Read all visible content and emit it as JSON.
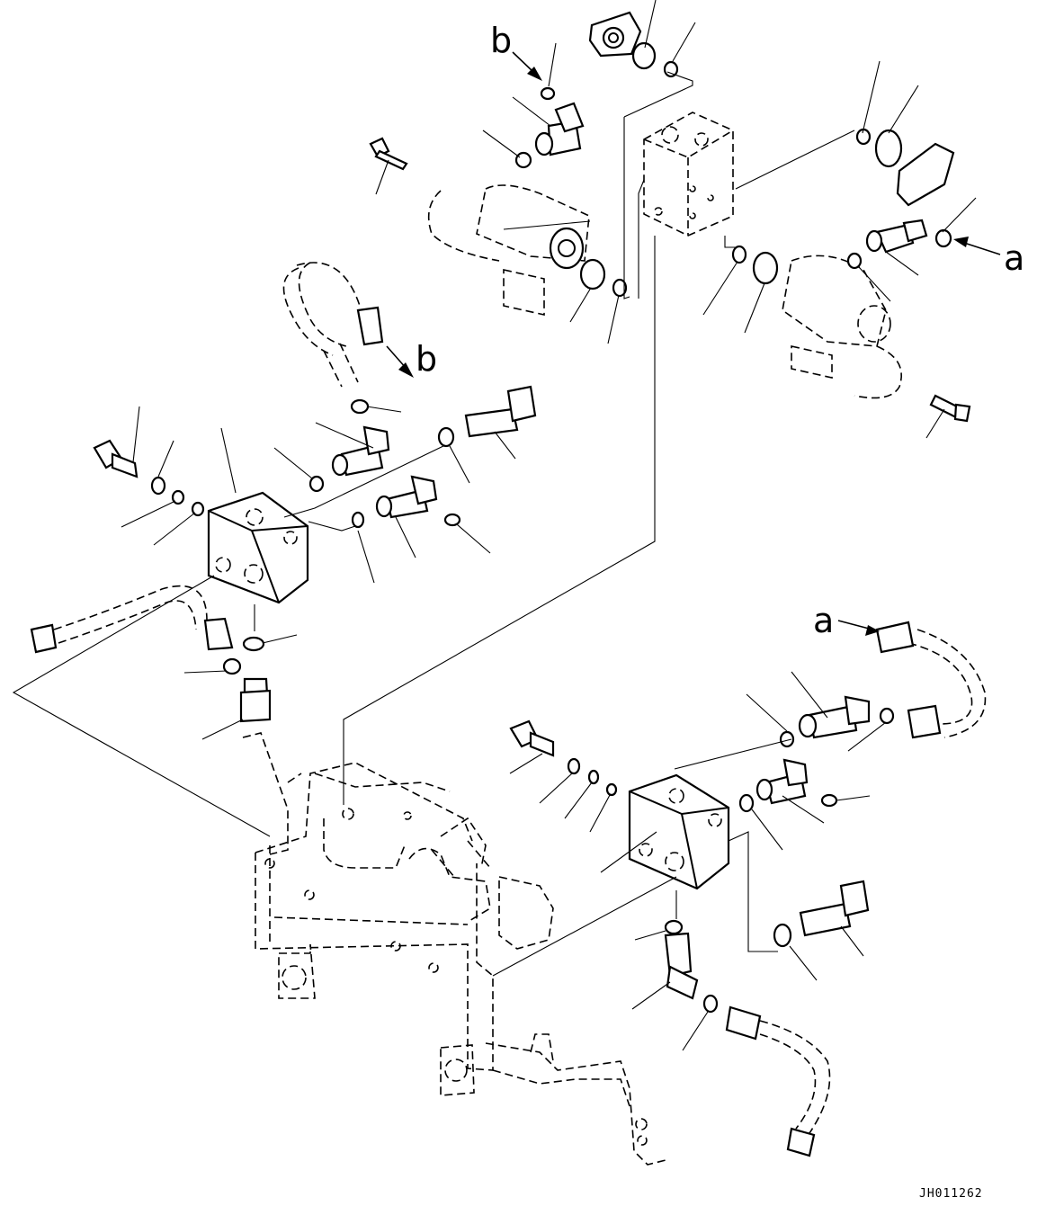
{
  "labels": {
    "b_top": "b",
    "b_mid": "b",
    "a_right": "a",
    "a_lower": "a"
  },
  "drawing_code": "JH011262"
}
